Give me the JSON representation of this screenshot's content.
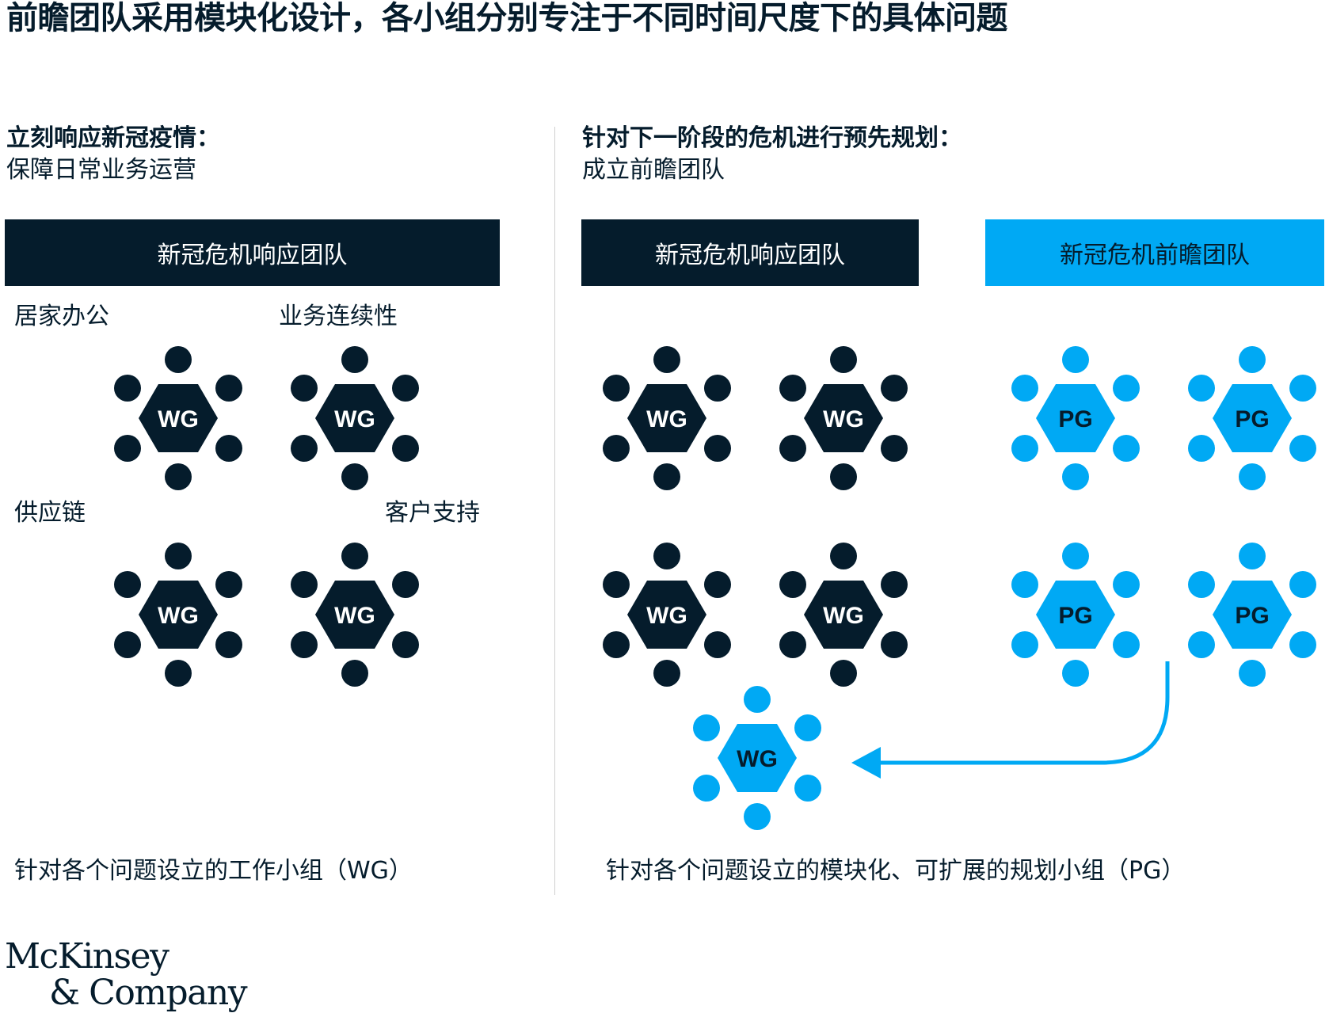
{
  "title": "前瞻团队采用模块化设计，各小组分别专注于不同时间尺度下的具体问题",
  "left": {
    "heading_strong": "立刻响应新冠疫情：",
    "heading_sub": "保障日常业务运营",
    "banner": "新冠危机响应团队",
    "labels": {
      "remote_work": "居家办公",
      "business_continuity": "业务连续性",
      "supply_chain": "供应链",
      "customer_support": "客户支持"
    },
    "caption": "针对各个问题设立的工作小组（WG）"
  },
  "right": {
    "heading_strong": "针对下一阶段的危机进行预先规划：",
    "heading_sub": "成立前瞻团队",
    "banner_response": "新冠危机响应团队",
    "banner_foresight": "新冠危机前瞻团队",
    "caption": "针对各个问题设立的模块化、可扩展的规划小组（PG）"
  },
  "node_labels": {
    "working_group": "WG",
    "planning_group": "PG"
  },
  "colors": {
    "navy": "#051c2c",
    "blue": "#00a9f4"
  },
  "logo": {
    "line1": "McKinsey",
    "line2": "& Company"
  }
}
